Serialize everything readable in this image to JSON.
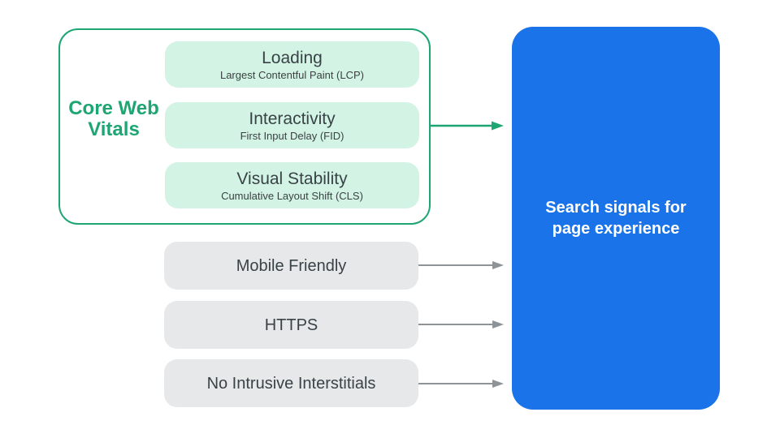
{
  "cwv": {
    "label": "Core Web Vitals",
    "items": [
      {
        "title": "Loading",
        "subtitle": "Largest Contentful Paint (LCP)"
      },
      {
        "title": "Interactivity",
        "subtitle": "First Input Delay (FID)"
      },
      {
        "title": "Visual Stability",
        "subtitle": "Cumulative Layout Shift (CLS)"
      }
    ]
  },
  "signals": [
    {
      "label": "Mobile Friendly"
    },
    {
      "label": "HTTPS"
    },
    {
      "label": "No Intrusive Interstitials"
    }
  ],
  "result": {
    "label": "Search signals for page experience"
  },
  "colors": {
    "green_accent": "#1EA672",
    "green_fill": "#D3F4E5",
    "gray_fill": "#E7E8EA",
    "blue_fill": "#1A73E8",
    "arrow_gray": "#8E9398",
    "text_dark": "#394247",
    "text_white": "#FFFFFF"
  }
}
